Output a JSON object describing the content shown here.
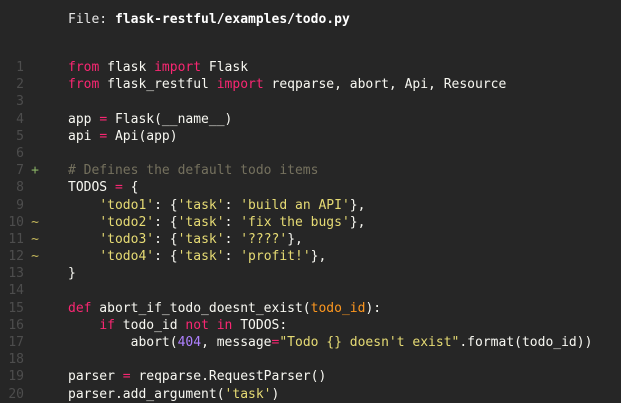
{
  "header": {
    "label": "File: ",
    "path": "flask-restful/examples/todo.py"
  },
  "palette": {
    "background": "#262626",
    "header_text": "#e8e8e8",
    "plain": "#f8f8f2",
    "keyword": "#f92672",
    "string": "#e6db74",
    "number": "#ae81ff",
    "comment": "#75715e",
    "param": "#fd971f",
    "lineno": "#4d4d4d",
    "added": "#8ab465",
    "modified": "#c5b85b"
  },
  "code": {
    "lines": [
      {
        "n": "1",
        "m": "",
        "tokens": [
          {
            "c": "keyword",
            "t": "from"
          },
          {
            "c": "plain",
            "t": " flask "
          },
          {
            "c": "keyword",
            "t": "import"
          },
          {
            "c": "plain",
            "t": " Flask"
          }
        ]
      },
      {
        "n": "2",
        "m": "",
        "tokens": [
          {
            "c": "keyword",
            "t": "from"
          },
          {
            "c": "plain",
            "t": " flask_restful "
          },
          {
            "c": "keyword",
            "t": "import"
          },
          {
            "c": "plain",
            "t": " reqparse, abort, Api, Resource"
          }
        ]
      },
      {
        "n": "3",
        "m": "",
        "tokens": []
      },
      {
        "n": "4",
        "m": "",
        "tokens": [
          {
            "c": "plain",
            "t": "app "
          },
          {
            "c": "keyword",
            "t": "="
          },
          {
            "c": "plain",
            "t": " Flask(__name__)"
          }
        ]
      },
      {
        "n": "5",
        "m": "",
        "tokens": [
          {
            "c": "plain",
            "t": "api "
          },
          {
            "c": "keyword",
            "t": "="
          },
          {
            "c": "plain",
            "t": " Api(app)"
          }
        ]
      },
      {
        "n": "6",
        "m": "",
        "tokens": []
      },
      {
        "n": "7",
        "m": "+",
        "tokens": [
          {
            "c": "comment",
            "t": "# Defines the default todo items"
          }
        ]
      },
      {
        "n": "8",
        "m": "",
        "tokens": [
          {
            "c": "plain",
            "t": "TODOS "
          },
          {
            "c": "keyword",
            "t": "="
          },
          {
            "c": "plain",
            "t": " {"
          }
        ]
      },
      {
        "n": "9",
        "m": "",
        "tokens": [
          {
            "c": "plain",
            "t": "    "
          },
          {
            "c": "string",
            "t": "'todo1'"
          },
          {
            "c": "plain",
            "t": ": {"
          },
          {
            "c": "string",
            "t": "'task'"
          },
          {
            "c": "plain",
            "t": ": "
          },
          {
            "c": "string",
            "t": "'build an API'"
          },
          {
            "c": "plain",
            "t": "},"
          }
        ]
      },
      {
        "n": "10",
        "m": "~",
        "tokens": [
          {
            "c": "plain",
            "t": "    "
          },
          {
            "c": "string",
            "t": "'todo2'"
          },
          {
            "c": "plain",
            "t": ": {"
          },
          {
            "c": "string",
            "t": "'task'"
          },
          {
            "c": "plain",
            "t": ": "
          },
          {
            "c": "string",
            "t": "'fix the bugs'"
          },
          {
            "c": "plain",
            "t": "},"
          }
        ]
      },
      {
        "n": "11",
        "m": "~",
        "tokens": [
          {
            "c": "plain",
            "t": "    "
          },
          {
            "c": "string",
            "t": "'todo3'"
          },
          {
            "c": "plain",
            "t": ": {"
          },
          {
            "c": "string",
            "t": "'task'"
          },
          {
            "c": "plain",
            "t": ": "
          },
          {
            "c": "string",
            "t": "'????'"
          },
          {
            "c": "plain",
            "t": "},"
          }
        ]
      },
      {
        "n": "12",
        "m": "~",
        "tokens": [
          {
            "c": "plain",
            "t": "    "
          },
          {
            "c": "string",
            "t": "'todo4'"
          },
          {
            "c": "plain",
            "t": ": {"
          },
          {
            "c": "string",
            "t": "'task'"
          },
          {
            "c": "plain",
            "t": ": "
          },
          {
            "c": "string",
            "t": "'profit!'"
          },
          {
            "c": "plain",
            "t": "},"
          }
        ]
      },
      {
        "n": "13",
        "m": "",
        "tokens": [
          {
            "c": "plain",
            "t": "}"
          }
        ]
      },
      {
        "n": "14",
        "m": "",
        "tokens": []
      },
      {
        "n": "15",
        "m": "",
        "tokens": [
          {
            "c": "keyword",
            "t": "def"
          },
          {
            "c": "plain",
            "t": " abort_if_todo_doesnt_exist("
          },
          {
            "c": "param",
            "t": "todo_id"
          },
          {
            "c": "plain",
            "t": "):"
          }
        ]
      },
      {
        "n": "16",
        "m": "",
        "tokens": [
          {
            "c": "plain",
            "t": "    "
          },
          {
            "c": "keyword",
            "t": "if"
          },
          {
            "c": "plain",
            "t": " todo_id "
          },
          {
            "c": "keyword",
            "t": "not in"
          },
          {
            "c": "plain",
            "t": " TODOS:"
          }
        ]
      },
      {
        "n": "17",
        "m": "",
        "tokens": [
          {
            "c": "plain",
            "t": "        abort("
          },
          {
            "c": "number",
            "t": "404"
          },
          {
            "c": "plain",
            "t": ", message"
          },
          {
            "c": "keyword",
            "t": "="
          },
          {
            "c": "string",
            "t": "\"Todo {} doesn't exist\""
          },
          {
            "c": "plain",
            "t": ".format(todo_id))"
          }
        ]
      },
      {
        "n": "18",
        "m": "",
        "tokens": []
      },
      {
        "n": "19",
        "m": "",
        "tokens": [
          {
            "c": "plain",
            "t": "parser "
          },
          {
            "c": "keyword",
            "t": "="
          },
          {
            "c": "plain",
            "t": " reqparse.RequestParser()"
          }
        ]
      },
      {
        "n": "20",
        "m": "",
        "tokens": [
          {
            "c": "plain",
            "t": "parser.add_argument("
          },
          {
            "c": "string",
            "t": "'task'"
          },
          {
            "c": "plain",
            "t": ")"
          }
        ]
      }
    ]
  }
}
